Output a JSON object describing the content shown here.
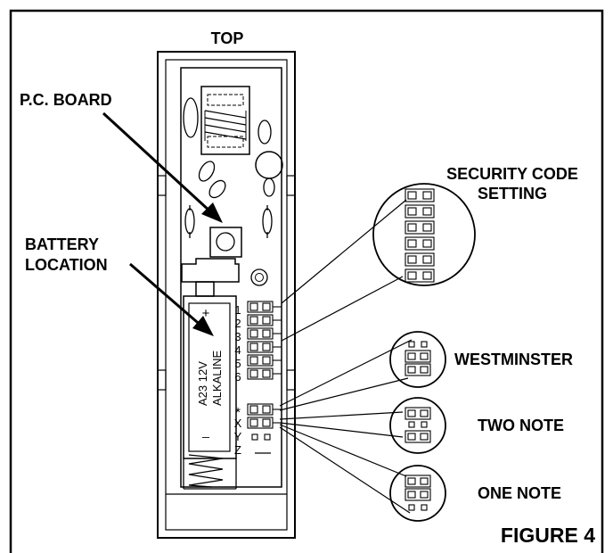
{
  "labels": {
    "top": "TOP",
    "pc_board": "P.C. BOARD",
    "battery_line1": "BATTERY",
    "battery_line2": "LOCATION",
    "security_line1": "SECURITY CODE",
    "security_line2": "SETTING",
    "westminster": "WESTMINSTER",
    "two_note": "TWO NOTE",
    "one_note": "ONE NOTE",
    "figure": "FIGURE 4"
  },
  "battery": {
    "plus": "+",
    "line1": "A23  12V",
    "line2": "ALKALINE",
    "minus": "_"
  },
  "jumper_rows": [
    "1",
    "2",
    "3",
    "4",
    "5",
    "6",
    "*",
    "X",
    "Y",
    "Z"
  ]
}
